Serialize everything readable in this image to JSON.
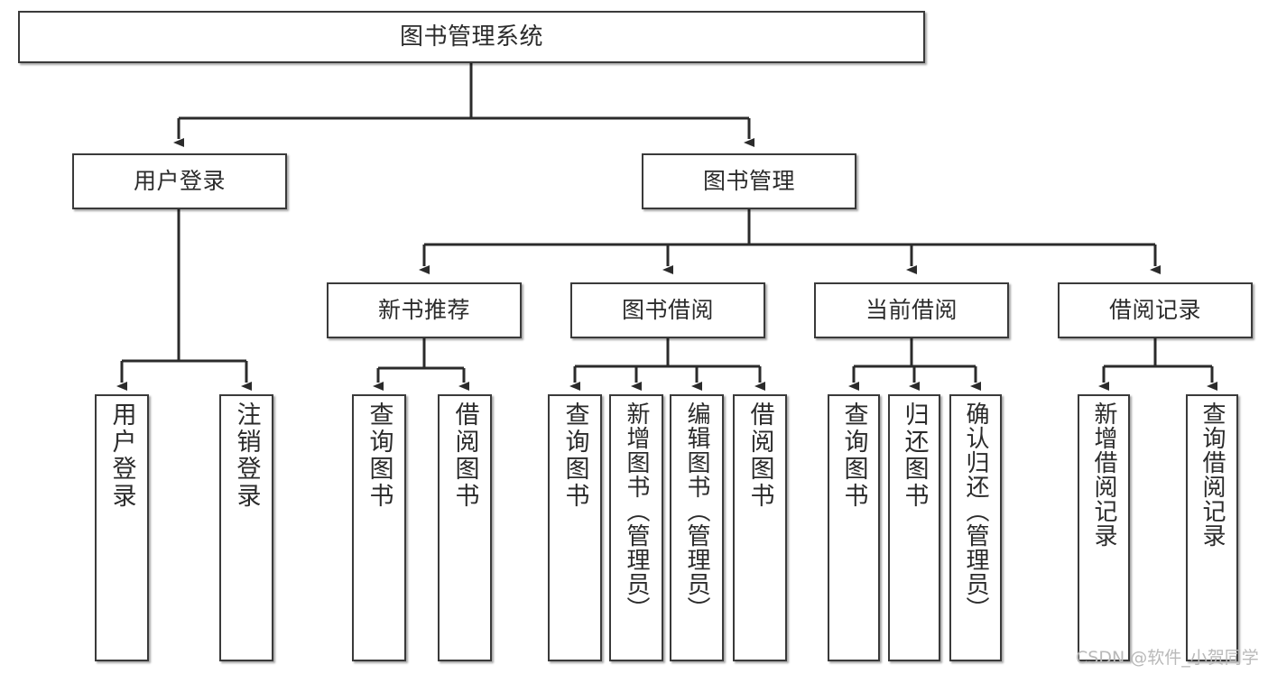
{
  "diagram": {
    "type": "tree-hierarchy",
    "title": "图书管理系统",
    "orientation": "top-down",
    "watermark": "CSDN @软件_小贺同学",
    "colors": {
      "box_border": "#3a3a3a",
      "box_fill": "#ffffff",
      "edge": "#2b2b2b",
      "text": "#2b2b2b",
      "watermark": "#b9b9b9",
      "background": "#ffffff"
    }
  },
  "nodes": {
    "root": {
      "label": "图书管理系统"
    },
    "level2": [
      {
        "id": "user-login",
        "label": "用户登录"
      },
      {
        "id": "book-manage",
        "label": "图书管理"
      }
    ],
    "level3": [
      {
        "id": "new-book-recommend",
        "label": "新书推荐"
      },
      {
        "id": "book-borrow",
        "label": "图书借阅"
      },
      {
        "id": "current-borrow",
        "label": "当前借阅"
      },
      {
        "id": "borrow-record",
        "label": "借阅记录"
      }
    ],
    "leaves": {
      "user-login": [
        {
          "id": "leaf-user-login",
          "label": "用户登录"
        },
        {
          "id": "leaf-logout",
          "label": "注销登录"
        }
      ],
      "new-book-recommend": [
        {
          "id": "leaf-query-book-1",
          "label": "查询图书"
        },
        {
          "id": "leaf-borrow-book-1",
          "label": "借阅图书"
        }
      ],
      "book-borrow": [
        {
          "id": "leaf-query-book-2",
          "label": "查询图书"
        },
        {
          "id": "leaf-add-book",
          "label": "新增图书（管理员）"
        },
        {
          "id": "leaf-edit-book",
          "label": "编辑图书（管理员）"
        },
        {
          "id": "leaf-borrow-book-2",
          "label": "借阅图书"
        }
      ],
      "current-borrow": [
        {
          "id": "leaf-query-book-3",
          "label": "查询图书"
        },
        {
          "id": "leaf-return-book",
          "label": "归还图书"
        },
        {
          "id": "leaf-confirm-return",
          "label": "确认归还（管理员）"
        }
      ],
      "borrow-record": [
        {
          "id": "leaf-add-record",
          "label": "新增借阅记录"
        },
        {
          "id": "leaf-query-record",
          "label": "查询借阅记录"
        }
      ]
    }
  }
}
